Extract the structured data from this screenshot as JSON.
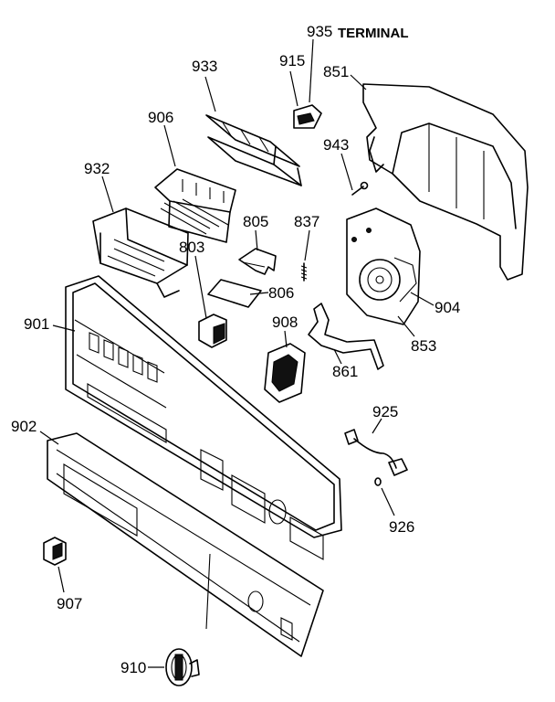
{
  "heading": "TERMINAL",
  "callouts": {
    "c935": "935",
    "c933": "933",
    "c915": "915",
    "c851": "851",
    "c906": "906",
    "c943": "943",
    "c932": "932",
    "c805": "805",
    "c837": "837",
    "c803": "803",
    "c806": "806",
    "c904": "904",
    "c901": "901",
    "c908": "908",
    "c853": "853",
    "c861": "861",
    "c925": "925",
    "c902": "902",
    "c926": "926",
    "c907": "907",
    "c910": "910"
  }
}
